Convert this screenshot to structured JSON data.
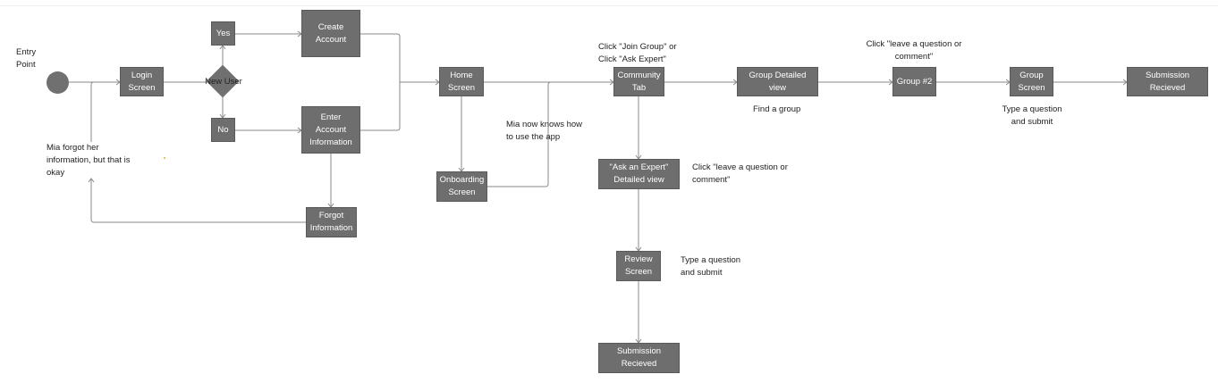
{
  "colors": {
    "node_fill": "#6e6e6e",
    "node_text": "#ffffff",
    "connector": "#8a8a8a",
    "note_text": "#222222"
  },
  "entry": {
    "label": "Entry\nPoint"
  },
  "decision": {
    "label": "New User"
  },
  "nodes": {
    "login": "Login\nScreen",
    "yes": "Yes",
    "no": "No",
    "create_account": "Create\nAccount",
    "enter_info": "Enter\nAccount\nInformation",
    "forgot_info": "Forgot\nInformation",
    "home": "Home\nScreen",
    "onboarding": "Onboarding\nScreen",
    "community": "Community\nTab",
    "ask_expert": "\"Ask an Expert\"\nDetailed view",
    "review": "Review\nScreen",
    "submission_bottom": "Submission\nRecieved",
    "group_detailed": "Group  Detailed\nview",
    "group2": "Group #2",
    "group_screen": "Group\nScreen",
    "submission_right": "Submission\nRecieved"
  },
  "notes": {
    "forgot": "Mia forgot her\ninformation, but that is\nokay",
    "knows_app": "Mia now knows how\nto use the app",
    "join_group": "Click \"Join Group\" or\nClick \"Ask Expert\"",
    "leave_question_1": "Click \"leave a question or\ncomment\"",
    "type_question_1": "Type a question\nand submit",
    "find_group": "Find a group",
    "leave_question_2": "Click \"leave a question or\ncomment\"",
    "type_question_2": "Type a question\nand submit"
  }
}
